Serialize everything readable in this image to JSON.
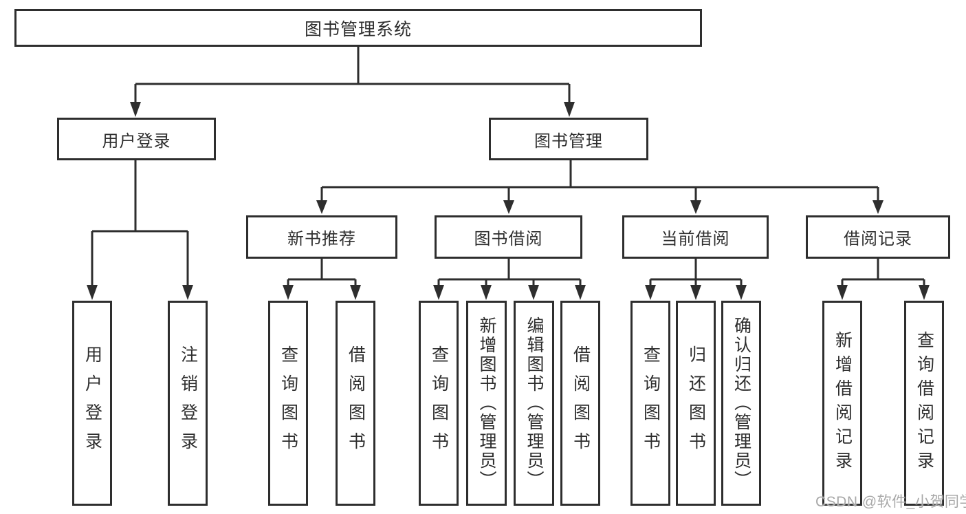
{
  "diagram": {
    "root": {
      "label": "图书管理系统"
    },
    "branches": [
      {
        "label": "用户登录",
        "children": [
          {
            "label": "用户登录"
          },
          {
            "label": "注销登录"
          }
        ]
      },
      {
        "label": "图书管理",
        "children": [
          {
            "label": "新书推荐",
            "children": [
              {
                "label": "查询图书"
              },
              {
                "label": "借阅图书"
              }
            ]
          },
          {
            "label": "图书借阅",
            "children": [
              {
                "label": "查询图书"
              },
              {
                "label": "新增图书（管理员）"
              },
              {
                "label": "编辑图书（管理员）"
              },
              {
                "label": "借阅图书"
              }
            ]
          },
          {
            "label": "当前借阅",
            "children": [
              {
                "label": "查询图书"
              },
              {
                "label": "归还图书"
              },
              {
                "label": "确认归还（管理员）"
              }
            ]
          },
          {
            "label": "借阅记录",
            "children": [
              {
                "label": "新增借阅记录"
              },
              {
                "label": "查询借阅记录"
              }
            ]
          }
        ]
      }
    ]
  },
  "watermark": {
    "text": "CSDN @软件_小贺同学"
  },
  "colors": {
    "line": "#2e2e2e",
    "background": "#ffffff",
    "watermark": "#a8a8a8"
  }
}
